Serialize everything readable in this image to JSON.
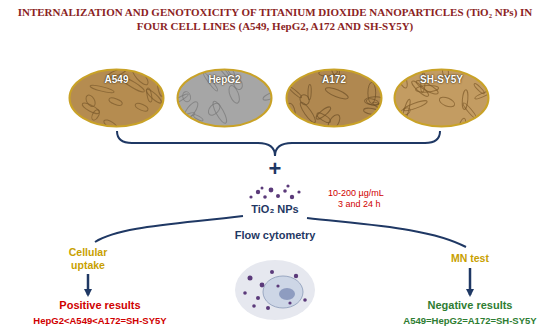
{
  "diagram": {
    "title": "INTERNALIZATION AND GENOTOXICITY OF TITANIUM DIOXIDE NANOPARTICLES (TiO₂ NPs) IN FOUR CELL LINES (A549, HepG2, A172 AND SH-SY5Y)",
    "nodes": [
      {
        "text": [
          "A549"
        ]
      },
      {
        "text": [
          "HepG2"
        ]
      },
      {
        "text": [
          "A172"
        ]
      },
      {
        "text": [
          "SH-SY5Y"
        ]
      }
    ],
    "labels": [
      "+",
      "TiO₂ NPs",
      "10-200 µg/mL",
      "3 and 24 h",
      "Flow cytometry",
      "Cellular uptake",
      "MN test",
      "Positive results",
      "HepG2<A549<A172=SH-SY5Y",
      "Negative results",
      "A549=HepG2=A172=SH-SY5Y"
    ]
  }
}
